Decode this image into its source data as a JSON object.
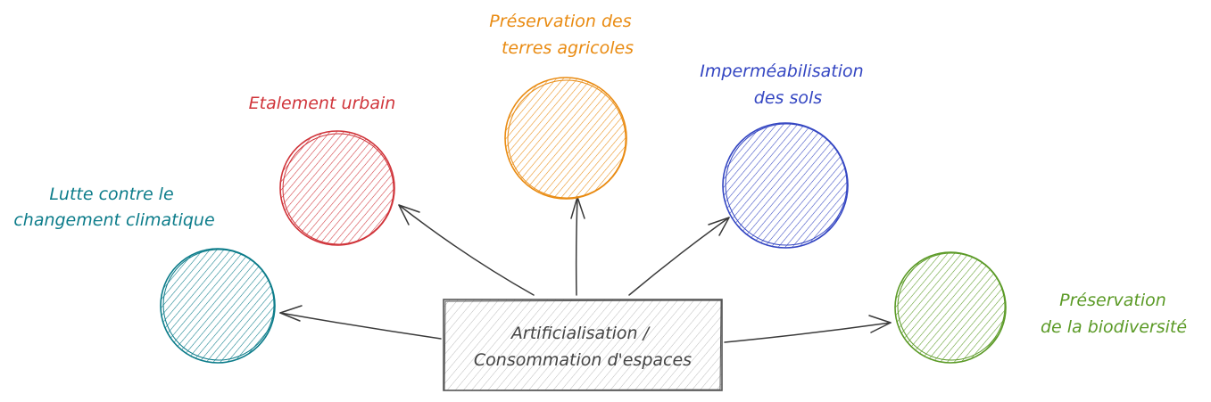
{
  "center": {
    "lines": [
      "Artificialisation /",
      "Consommation d'espaces"
    ],
    "stroke": "#555555",
    "fill": "#e4e4e4"
  },
  "nodes": [
    {
      "id": "lutte",
      "lines": [
        "Lutte contre le",
        "changement climatique"
      ],
      "color": "#0c7c8a"
    },
    {
      "id": "etalement",
      "lines": [
        "Etalement urbain"
      ],
      "color": "#d0343a"
    },
    {
      "id": "terres",
      "lines": [
        "Préservation des",
        "terres agricoles"
      ],
      "color": "#e98b12"
    },
    {
      "id": "impermeabilisation",
      "lines": [
        "Imperméabilisation",
        "des sols"
      ],
      "color": "#3446c2"
    },
    {
      "id": "biodiversite",
      "lines": [
        "Préservation",
        "de la biodiversité"
      ],
      "color": "#5b9a26"
    }
  ]
}
